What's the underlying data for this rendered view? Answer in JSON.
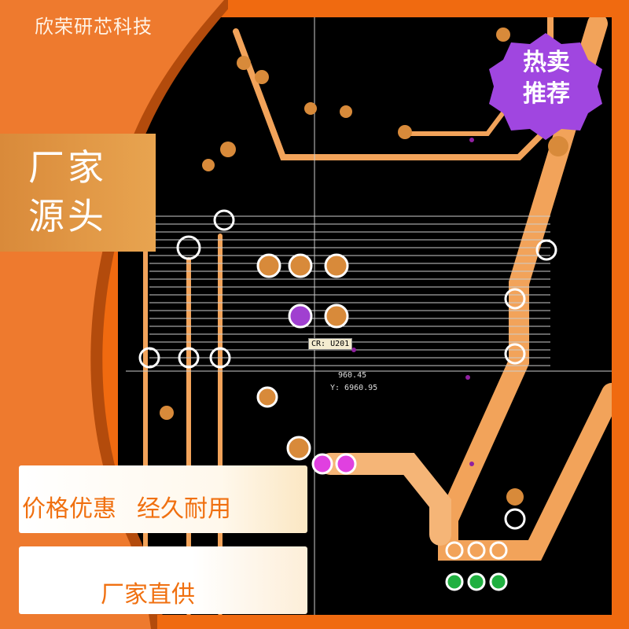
{
  "brand": "欣荣研芯科技",
  "badge_maker": [
    "厂家",
    "源头"
  ],
  "badge_hot": [
    "热卖",
    "推荐"
  ],
  "features": {
    "price": "价格优惠",
    "durable": "经久耐用",
    "direct": "厂家直供"
  },
  "pcb": {
    "component_label": "CR: U201",
    "coord_x": "960.45",
    "coord_y": "Y: 6960.95"
  },
  "colors": {
    "orange": "#f06a10",
    "trace": "#f2a35a",
    "board": "#000000",
    "via": "#c060ff"
  }
}
